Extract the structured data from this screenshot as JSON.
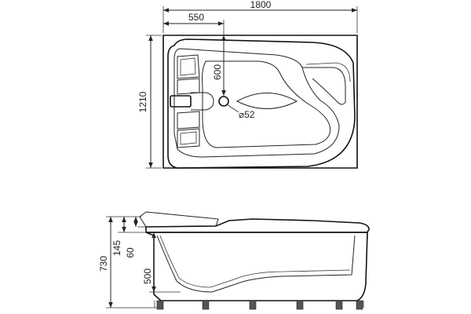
{
  "dimensions": {
    "overall_length": "1800",
    "drain_offset": "550",
    "drain_depth": "600",
    "overall_width": "1210",
    "drain_diameter": "⌀52",
    "total_height": "730",
    "rim_height": "145",
    "rim_offset": "60",
    "basin_depth": "500"
  }
}
